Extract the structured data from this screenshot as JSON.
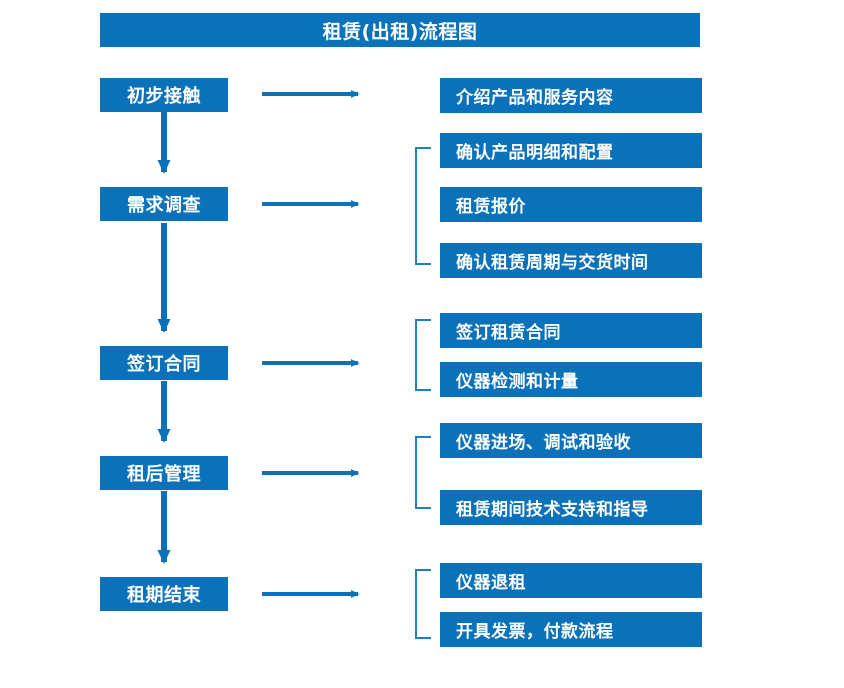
{
  "header": {
    "title": "租赁(出租)流程图"
  },
  "colors": {
    "box_fill": "#0b72ba",
    "box_text": "#ffffff",
    "arrow": "#0b72ba",
    "bracket": "#1f7fc4",
    "page_background": "#ffffff"
  },
  "stages": [
    {
      "id": "b1",
      "label": "初步接触"
    },
    {
      "id": "b2",
      "label": "需求调查"
    },
    {
      "id": "b3",
      "label": "签订合同"
    },
    {
      "id": "b4",
      "label": "租后管理"
    },
    {
      "id": "b5",
      "label": "租期结束"
    }
  ],
  "details": [
    {
      "id": "d1",
      "label": "介绍产品和服务内容"
    },
    {
      "id": "d2",
      "label": "确认产品明细和配置"
    },
    {
      "id": "d3",
      "label": "租赁报价"
    },
    {
      "id": "d4",
      "label": "确认租赁周期与交货时间"
    },
    {
      "id": "d5",
      "label": "签订租赁合同"
    },
    {
      "id": "d6",
      "label": "仪器检测和计量"
    },
    {
      "id": "d7",
      "label": "仪器进场、调试和验收"
    },
    {
      "id": "d8",
      "label": "租赁期间技术支持和指导"
    },
    {
      "id": "d9",
      "label": "仪器退租"
    },
    {
      "id": "d10",
      "label": "开具发票，付款流程"
    }
  ],
  "groups": [
    {
      "stage": "b1",
      "details": [
        "d1"
      ],
      "bracketed": false
    },
    {
      "stage": "b2",
      "details": [
        "d2",
        "d3",
        "d4"
      ],
      "bracketed": true
    },
    {
      "stage": "b3",
      "details": [
        "d5",
        "d6"
      ],
      "bracketed": true
    },
    {
      "stage": "b4",
      "details": [
        "d7",
        "d8"
      ],
      "bracketed": true
    },
    {
      "stage": "b5",
      "details": [
        "d9",
        "d10"
      ],
      "bracketed": true
    }
  ],
  "connectors": {
    "vertical_arrows": 4,
    "horizontal_arrows": 5,
    "direction": "top-to-bottom, left-to-right"
  }
}
